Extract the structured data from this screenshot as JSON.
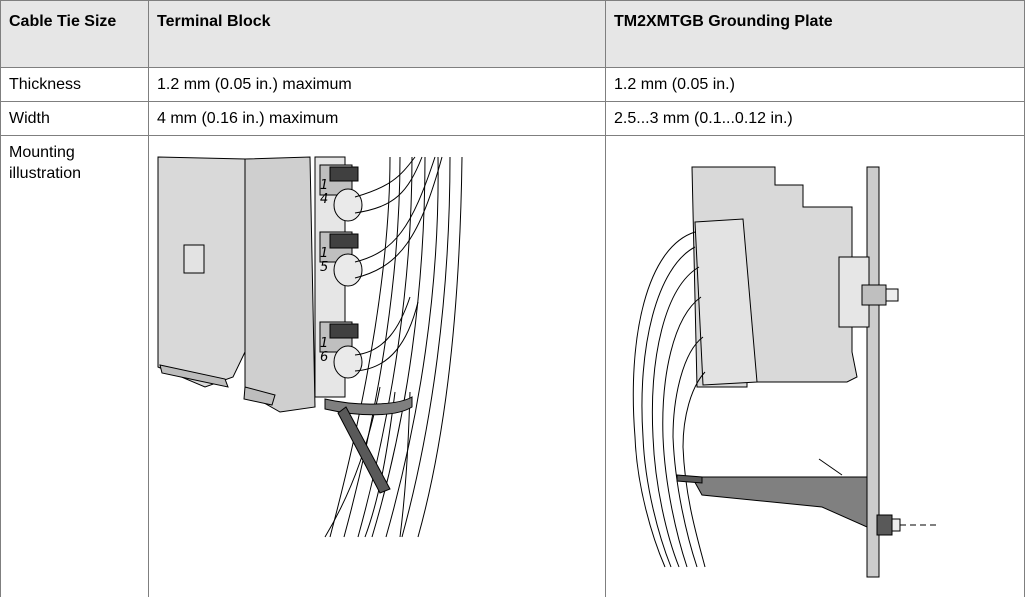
{
  "table": {
    "headers": {
      "col1": "Cable Tie Size",
      "col2": "Terminal Block",
      "col3": "TM2XMTGB Grounding Plate"
    },
    "rows": [
      {
        "label": "Thickness",
        "terminal_block": "1.2 mm (0.05 in.) maximum",
        "grounding_plate": "1.2 mm (0.05 in.)"
      },
      {
        "label": "Width",
        "terminal_block": "4 mm (0.16 in.) maximum",
        "grounding_plate": "2.5...3 mm (0.1...0.12 in.)"
      },
      {
        "label": "Mounting illustration",
        "terminal_block": "",
        "grounding_plate": ""
      }
    ],
    "terminal_numbers": [
      "1",
      "4",
      "1",
      "5",
      "1",
      "6"
    ]
  },
  "colors": {
    "header_bg": "#e6e6e6",
    "grid": "#7f7f7f",
    "drawing_fill": "#d9d9d9",
    "drawing_dark": "#595959"
  }
}
